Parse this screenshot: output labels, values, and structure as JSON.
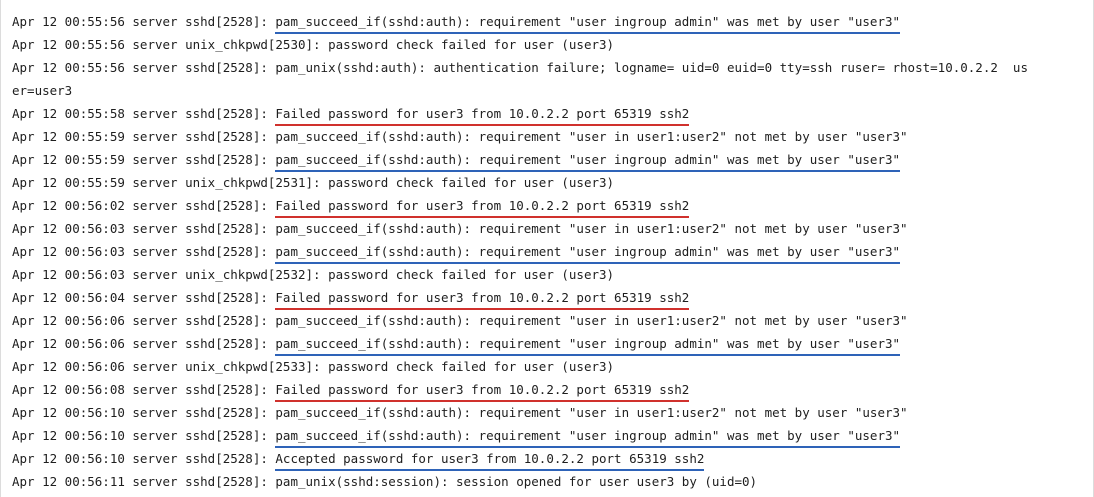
{
  "colors": {
    "failed_underline": "#d0312d",
    "met_underline": "#2e63b8",
    "text": "#1e1e1e",
    "background": "#ffffff"
  },
  "log": [
    {
      "prefix": "Apr 12 00:55:56 server sshd[2528]: ",
      "message": "pam_succeed_if(sshd:auth): requirement \"user ingroup admin\" was met by user \"user3\"",
      "highlight": "blue"
    },
    {
      "prefix": "Apr 12 00:55:56 server unix_chkpwd[2530]: ",
      "message": "password check failed for user (user3)",
      "highlight": "none"
    },
    {
      "prefix": "Apr 12 00:55:56 server sshd[2528]: ",
      "message": "pam_unix(sshd:auth): authentication failure; logname= uid=0 euid=0 tty=ssh ruser= rhost=10.0.2.2  us",
      "highlight": "none"
    },
    {
      "prefix": "",
      "message": "er=user3",
      "highlight": "none"
    },
    {
      "prefix": "Apr 12 00:55:58 server sshd[2528]: ",
      "message": "Failed password for user3 from 10.0.2.2 port 65319 ssh2",
      "highlight": "red"
    },
    {
      "prefix": "Apr 12 00:55:59 server sshd[2528]: ",
      "message": "pam_succeed_if(sshd:auth): requirement \"user in user1:user2\" not met by user \"user3\"",
      "highlight": "none"
    },
    {
      "prefix": "Apr 12 00:55:59 server sshd[2528]: ",
      "message": "pam_succeed_if(sshd:auth): requirement \"user ingroup admin\" was met by user \"user3\"",
      "highlight": "blue"
    },
    {
      "prefix": "Apr 12 00:55:59 server unix_chkpwd[2531]: ",
      "message": "password check failed for user (user3)",
      "highlight": "none"
    },
    {
      "prefix": "Apr 12 00:56:02 server sshd[2528]: ",
      "message": "Failed password for user3 from 10.0.2.2 port 65319 ssh2",
      "highlight": "red"
    },
    {
      "prefix": "Apr 12 00:56:03 server sshd[2528]: ",
      "message": "pam_succeed_if(sshd:auth): requirement \"user in user1:user2\" not met by user \"user3\"",
      "highlight": "none"
    },
    {
      "prefix": "Apr 12 00:56:03 server sshd[2528]: ",
      "message": "pam_succeed_if(sshd:auth): requirement \"user ingroup admin\" was met by user \"user3\"",
      "highlight": "blue"
    },
    {
      "prefix": "Apr 12 00:56:03 server unix_chkpwd[2532]: ",
      "message": "password check failed for user (user3)",
      "highlight": "none"
    },
    {
      "prefix": "Apr 12 00:56:04 server sshd[2528]: ",
      "message": "Failed password for user3 from 10.0.2.2 port 65319 ssh2",
      "highlight": "red"
    },
    {
      "prefix": "Apr 12 00:56:06 server sshd[2528]: ",
      "message": "pam_succeed_if(sshd:auth): requirement \"user in user1:user2\" not met by user \"user3\"",
      "highlight": "none"
    },
    {
      "prefix": "Apr 12 00:56:06 server sshd[2528]: ",
      "message": "pam_succeed_if(sshd:auth): requirement \"user ingroup admin\" was met by user \"user3\"",
      "highlight": "blue"
    },
    {
      "prefix": "Apr 12 00:56:06 server unix_chkpwd[2533]: ",
      "message": "password check failed for user (user3)",
      "highlight": "none"
    },
    {
      "prefix": "Apr 12 00:56:08 server sshd[2528]: ",
      "message": "Failed password for user3 from 10.0.2.2 port 65319 ssh2",
      "highlight": "red"
    },
    {
      "prefix": "Apr 12 00:56:10 server sshd[2528]: ",
      "message": "pam_succeed_if(sshd:auth): requirement \"user in user1:user2\" not met by user \"user3\"",
      "highlight": "none"
    },
    {
      "prefix": "Apr 12 00:56:10 server sshd[2528]: ",
      "message": "pam_succeed_if(sshd:auth): requirement \"user ingroup admin\" was met by user \"user3\"",
      "highlight": "blue"
    },
    {
      "prefix": "Apr 12 00:56:10 server sshd[2528]: ",
      "message": "Accepted password for user3 from 10.0.2.2 port 65319 ssh2",
      "highlight": "blue"
    },
    {
      "prefix": "Apr 12 00:56:11 server sshd[2528]: ",
      "message": "pam_unix(sshd:session): session opened for user user3 by (uid=0)",
      "highlight": "none"
    }
  ]
}
